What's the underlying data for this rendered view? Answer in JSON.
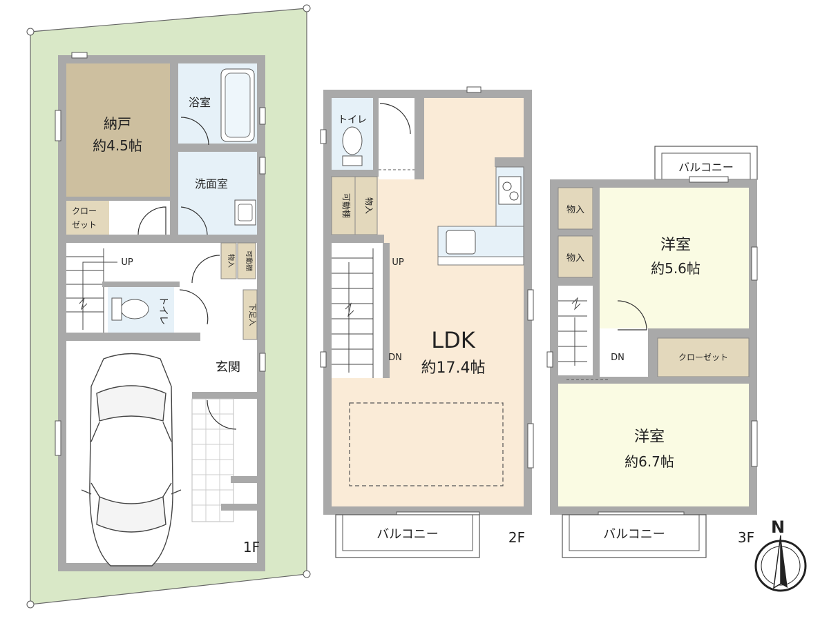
{
  "floor1": {
    "floor_label": "1F",
    "storage_room_name": "納戸",
    "storage_room_size": "約4.5帖",
    "closet_line1": "クロー",
    "closet_line2": "ゼット",
    "bathroom": "浴室",
    "washroom": "洗面室",
    "stairs_up": "UP",
    "storage_small": "物入",
    "shelf": "可動棚",
    "toilet": "トイレ",
    "shoe_storage": "下足入",
    "entrance": "玄関"
  },
  "floor2": {
    "floor_label": "2F",
    "toilet": "トイレ",
    "shelf": "可動棚",
    "storage_small": "物入",
    "stairs_up": "UP",
    "stairs_down": "DN",
    "ldk_name": "LDK",
    "ldk_size": "約17.4帖",
    "balcony": "バルコニー"
  },
  "floor3": {
    "floor_label": "3F",
    "balcony_top": "バルコニー",
    "storage_a": "物入",
    "storage_b": "物入",
    "room1_name": "洋室",
    "room1_size": "約5.6帖",
    "room2_name": "洋室",
    "room2_size": "約6.7帖",
    "closet": "クローゼット",
    "stairs_down": "DN",
    "balcony_bottom": "バルコニー"
  },
  "compass_label": "N",
  "colors": {
    "lot": "#d9e8c7",
    "wall": "#a9a9a9",
    "storage_room": "#cdbf9f",
    "wet_area": "#e6f1f8",
    "ldk": "#faebd7",
    "bedroom": "#fafbe3",
    "small_storage": "#e3d8bc",
    "floor": "#ffffff"
  }
}
